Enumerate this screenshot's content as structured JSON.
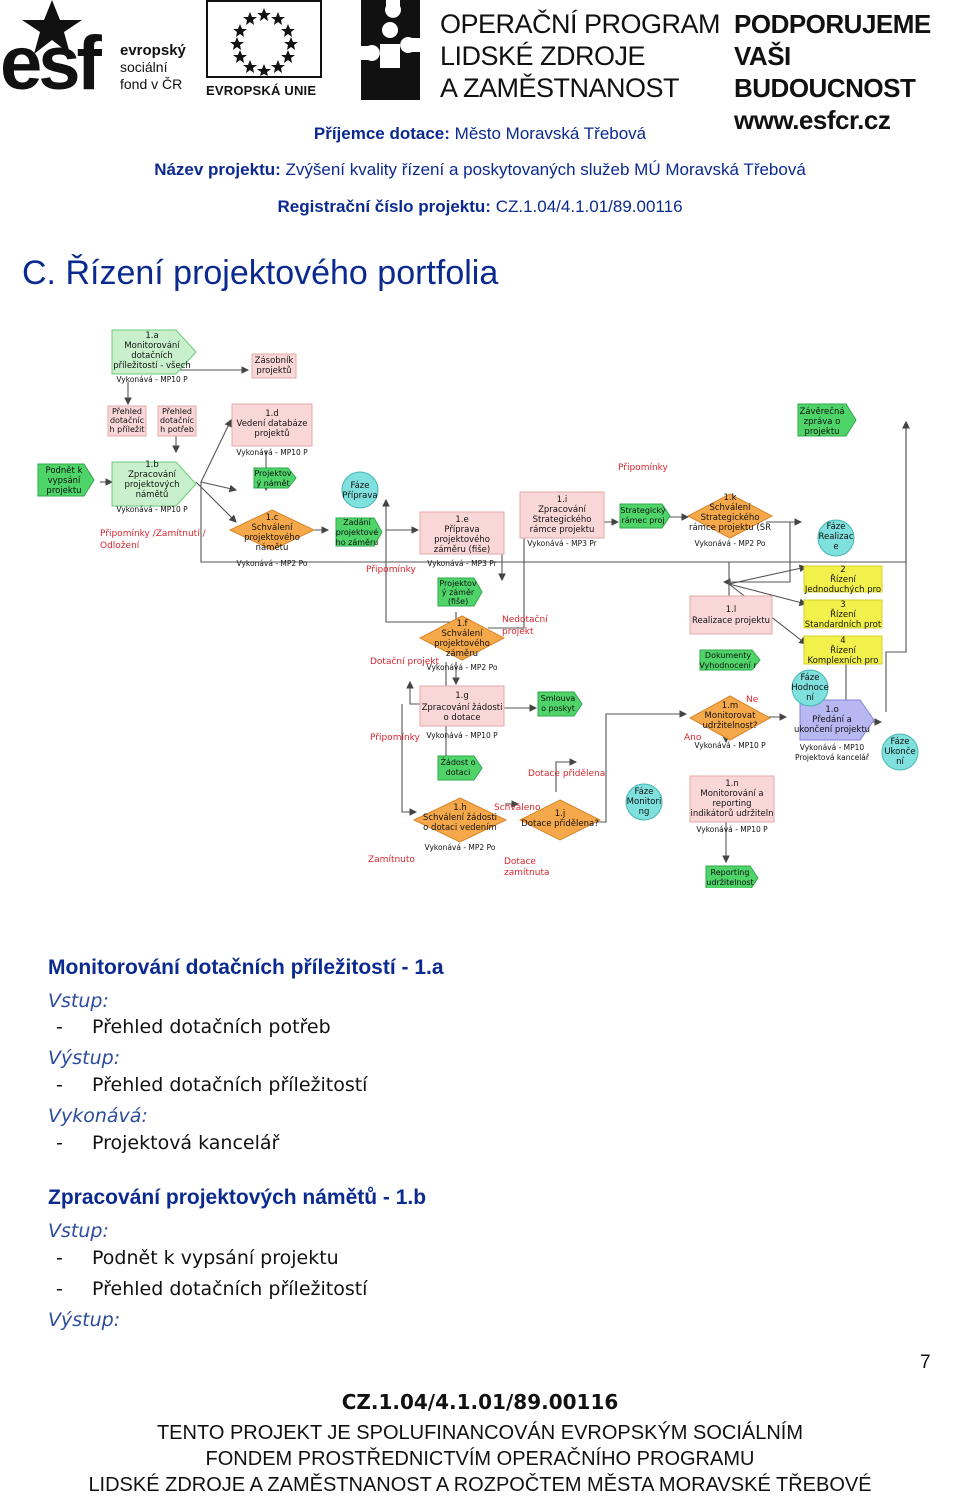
{
  "header": {
    "esf_logo": {
      "word": "esf",
      "line1": "evropský",
      "line2": "sociální",
      "line3": "fond v ČR"
    },
    "eu_logo": {
      "label": "EVROPSKÁ UNIE"
    },
    "programme": {
      "line1": "OPERAČNÍ PROGRAM",
      "line2": "LIDSKÉ ZDROJE",
      "line3": "A ZAMĚSTNANOST"
    },
    "support": {
      "line1": "PODPORUJEME",
      "line2": "VAŠI BUDOUCNOST",
      "line3": "www.esfcr.cz"
    }
  },
  "project_meta": {
    "recipient_label": "Příjemce dotace:",
    "recipient_value": "Město Moravská Třebová",
    "name_label": "Název projektu:",
    "name_value": "Zvýšení kvality řízení a poskytovaných služeb MÚ Moravská Třebová",
    "reg_label": "Registrační číslo projektu:",
    "reg_value": "CZ.1.04/4.1.01/89.00116"
  },
  "section_title": "C. Řízení projektového portfolia",
  "diagram": {
    "n1a": [
      "1.a",
      "Monitorování",
      "dotačních",
      "příležitostí  - všech",
      "Vykonává - MP10 P"
    ],
    "zasobnik": [
      "Zásobník",
      "projektů"
    ],
    "prehled_prilezit": [
      "Přehled",
      "dotačníc",
      "h příležit"
    ],
    "prehled_potreb": [
      "Přehled",
      "dotačníc",
      "h potřeb"
    ],
    "n1d": [
      "1.d",
      "Vedení databáze",
      "projektů",
      "Vykonává - MP10 P"
    ],
    "zaverecna": [
      "Závěrečná",
      "zpráva o",
      "projektu"
    ],
    "podnet": [
      "Podnět k",
      "vypsání",
      "projektu"
    ],
    "n1b": [
      "1.b",
      "Zpracování",
      "projektových",
      "námětů",
      "Vykonává - MP10 P"
    ],
    "projektovy_namet": [
      "Projektov",
      "ý námět"
    ],
    "faze_priprava": [
      "Fáze",
      "Příprava"
    ],
    "pripominky_top": "Připomínky",
    "pripominky_zamitnuti": [
      "Připomínky /Zamítnutí /",
      "Odložení"
    ],
    "n1c": [
      "1.c",
      "Schválení",
      "projektového",
      "námětu",
      "Vykonává - MP2 Po"
    ],
    "zadani": [
      "Zadání",
      "projektové",
      "ho záměru"
    ],
    "n1e": [
      "1.e",
      "Příprava",
      "projektového",
      "záměru (fiše)",
      "Vykonává - MP3 Pr"
    ],
    "n1i": [
      "1.i",
      "Zpracování",
      "Strategického",
      "rámce projektu",
      "Vykonává - MP3 Pr"
    ],
    "strategicky": [
      "Strategický",
      "rámec proj"
    ],
    "n1k": [
      "1.k",
      "Schválení",
      "Strategického",
      "rámce  projektu (SR",
      "Vykonává - MP2 Po"
    ],
    "faze_realizace": [
      "Fáze",
      "Realizac",
      "e"
    ],
    "pripominky_mid": "Připomínky",
    "projektovy_zamer": [
      "Projektov",
      "ý záměr",
      "(fiše)"
    ],
    "rizeni2": [
      "2",
      "Řízení",
      "Jednoduchých pro"
    ],
    "rizeni3": [
      "3",
      "Řízení",
      "Standardních prot"
    ],
    "rizeni4": [
      "4",
      "Řízení",
      "Komplexních  pro"
    ],
    "nedotacni": [
      "Nedotační",
      "projekt"
    ],
    "n1f": [
      "1.f",
      "Schválení",
      "projektového",
      "záměru",
      "Vykonává - MP2 Po"
    ],
    "dotacni": "Dotační projekt",
    "n1l": [
      "1.l",
      "Realizace projektu"
    ],
    "dokumenty": [
      "Dokumenty",
      "Vyhodnocení r"
    ],
    "faze_hodnoceni": [
      "Fáze",
      "Hodnoce",
      "ní"
    ],
    "n1g": [
      "1.g",
      "Zpracování žádosti",
      "o dotace",
      "Vykonává - MP10 P"
    ],
    "smlouva": [
      "Smlouva",
      "o poskyt"
    ],
    "pripominky_low": "Připomínky",
    "n1m": [
      "1.m",
      "Monitorovat",
      "udržitelnost?",
      "Vykonává - MP10 P"
    ],
    "ne": "Ne",
    "ano": "Ano",
    "n1o": [
      "1.o",
      "Předání a",
      "ukončení projektu",
      "Vykonává - MP10",
      "Projektová kancelář"
    ],
    "faze_ukonceni": [
      "Fáze",
      "Ukonče",
      "ní"
    ],
    "zadost": [
      "Žádost o",
      "dotaci"
    ],
    "dotace_pridelena": "Dotace přidělena",
    "faze_monitoring": [
      "Fáze",
      "Monitori",
      "ng"
    ],
    "n1n": [
      "1.n",
      "Monitorování a",
      "reporting",
      "indikátorů udržiteln",
      "Vykonává - MP10 P"
    ],
    "n1h": [
      "1.h",
      "Schválení žádosti",
      "o dotaci vedením",
      "Vykonává - MP2 Po"
    ],
    "schvaleno": "Schváleno",
    "n1j": [
      "1.j",
      "Dotace přidělena?"
    ],
    "zamitnuto": "Zamítnuto",
    "dotace_zamitnuta": [
      "Dotace",
      "zamítnuta"
    ],
    "reporting": [
      "Reporting",
      "udržitelnost"
    ]
  },
  "sections": [
    {
      "heading": "Monitorování dotačních příležitostí - 1.a",
      "input_label": "Vstup:",
      "inputs": [
        "Přehled dotačních potřeb"
      ],
      "output_label": "Výstup:",
      "outputs": [
        "Přehled dotačních příležitostí"
      ],
      "performer_label": "Vykonává:",
      "performers": [
        "Projektová kancelář"
      ]
    },
    {
      "heading": "Zpracování projektových námětů - 1.b",
      "input_label": "Vstup:",
      "inputs": [
        "Podnět k vypsání projektu",
        "Přehled dotačních příležitostí"
      ],
      "output_label": "Výstup:"
    }
  ],
  "page_number": "7",
  "footer": {
    "code": "CZ.1.04/4.1.01/89.00116",
    "line1": "TENTO PROJEKT JE SPOLUFINANCOVÁN EVROPSKÝM SOCIÁLNÍM",
    "line2": "FONDEM PROSTŘEDNICTVÍM OPERAČNÍHO PROGRAMU",
    "line3": "LIDSKÉ ZDROJE A ZAMĚSTNANOST A ROZPOČTEM MĚSTA MORAVSKÉ TŘEBOVÉ"
  },
  "colors": {
    "heading_blue": "#0b2a8f",
    "label_blue": "#2c4c9c",
    "process_pink": "#f9d7d7",
    "decision_orange": "#f5a84a",
    "doc_green": "#4fd46a",
    "phase_cyan": "#7fe0dd",
    "level_yellow": "#f2f04a",
    "label_red": "#d7262e"
  }
}
